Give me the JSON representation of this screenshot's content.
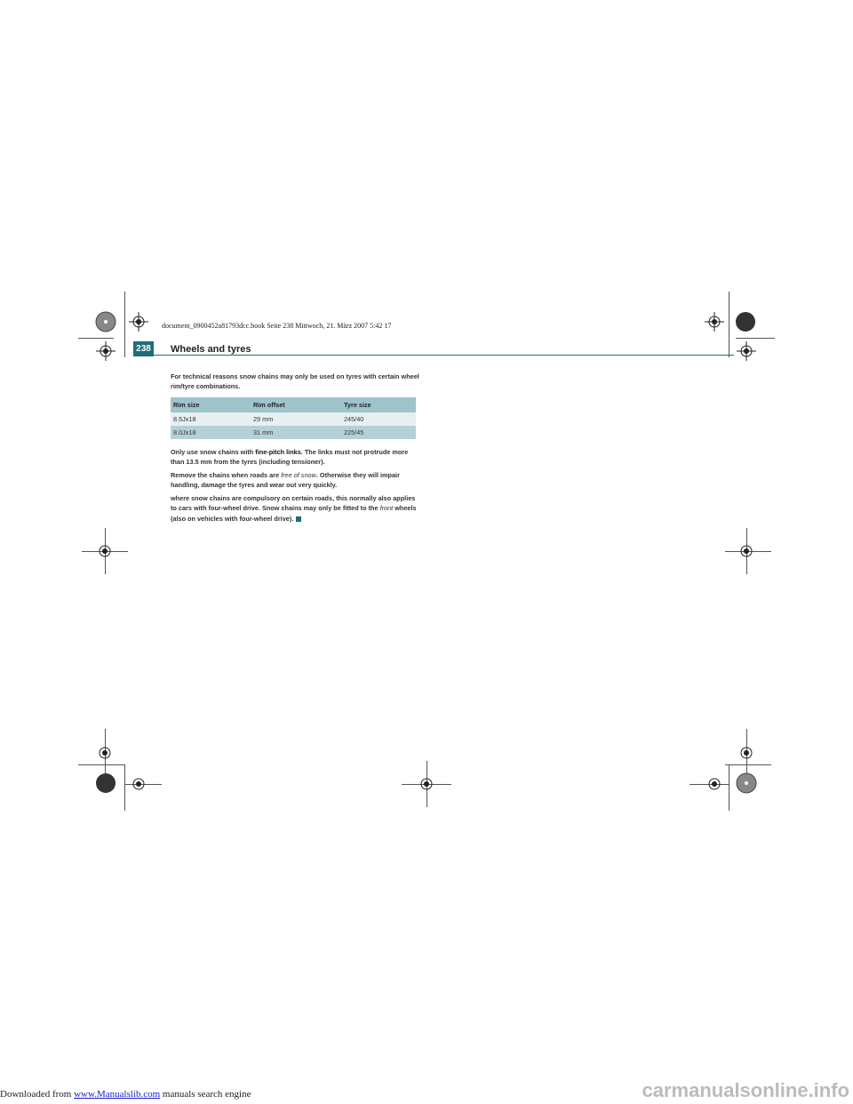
{
  "header": {
    "book_info": "document_0900452a81793dcc.book  Seite 238  Mittwoch, 21. März 2007  5:42 17",
    "page_number": "238",
    "section_title": "Wheels and tyres"
  },
  "content": {
    "intro": "For technical reasons snow chains may only be used on tyres with certain wheel rim/tyre combinations.",
    "table": {
      "headers": [
        "Rim size",
        "Rim offset",
        "Tyre size"
      ],
      "rows": [
        [
          "8.5Jx18",
          "29 mm",
          "245/40"
        ],
        [
          "8.0Jx18",
          "31 mm",
          "225/45"
        ]
      ]
    },
    "para1_pre": "Only use snow chains with ",
    "para1_bold": "fine-pitch links",
    "para1_post": ". The links must not protrude more than 13.5 mm from the tyres (including tensioner).",
    "para2_pre": "Remove the chains when roads are ",
    "para2_italic": "free of snow",
    "para2_post": ". Otherwise they will impair handling, damage the tyres and wear out very quickly.",
    "para3_pre": "where snow chains are compulsory on certain roads, this normally also applies to cars with four-wheel drive. Snow chains may only be fitted to the ",
    "para3_italic": "front",
    "para3_post": " wheels (also on vehicles with four-wheel drive)."
  },
  "footer": {
    "downloaded_prefix": "Downloaded from ",
    "link_text": "www.Manualslib.com",
    "downloaded_suffix": " manuals search engine",
    "watermark": "carmanualsonline.info"
  },
  "colors": {
    "accent": "#1f6e77",
    "table_header": "#9fc4cc",
    "table_row_light": "#e6f0f2",
    "table_row_dark": "#b5d1d7"
  }
}
